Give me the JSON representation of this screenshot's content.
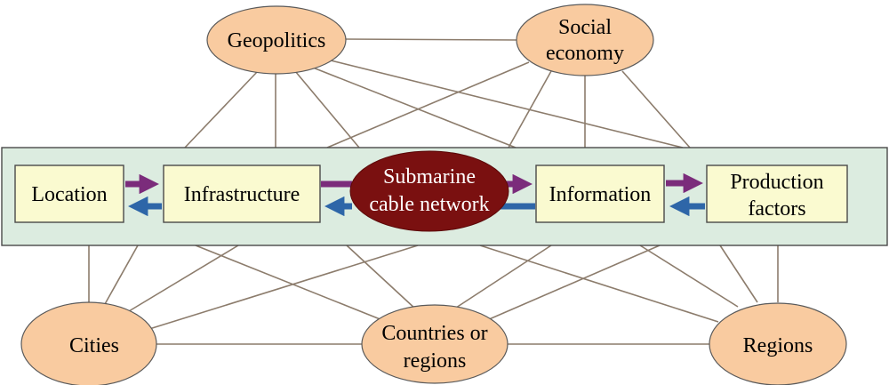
{
  "colors": {
    "outer_node_fill": "#f9cba0",
    "box_fill": "#fafad0",
    "band_fill": "#dcece0",
    "core_fill": "#7a1010",
    "core_text": "#ffffff",
    "arrow_forward": "#7b2c7b",
    "arrow_backward": "#2e66a8",
    "link_line": "#8c7c6c"
  },
  "outer_nodes": {
    "geopolitics": [
      "Geopolitics"
    ],
    "social_economy": [
      "Social",
      "economy"
    ],
    "cities": [
      "Cities"
    ],
    "countries": [
      "Countries or",
      "regions"
    ],
    "regions": [
      "Regions"
    ]
  },
  "inner_nodes": {
    "location": [
      "Location"
    ],
    "infrastructure": [
      "Infrastructure"
    ],
    "information": [
      "Information"
    ],
    "production": [
      "Production",
      "factors"
    ]
  },
  "core_node": [
    "Submarine",
    "cable network"
  ],
  "arrows": [
    {
      "from": "location",
      "to": "infrastructure",
      "direction": "forward"
    },
    {
      "from": "infrastructure",
      "to": "location",
      "direction": "backward"
    },
    {
      "from": "infrastructure",
      "to": "core",
      "direction": "forward"
    },
    {
      "from": "core",
      "to": "infrastructure",
      "direction": "backward"
    },
    {
      "from": "core",
      "to": "information",
      "direction": "forward"
    },
    {
      "from": "information",
      "to": "core",
      "direction": "backward"
    },
    {
      "from": "information",
      "to": "production",
      "direction": "forward"
    },
    {
      "from": "production",
      "to": "information",
      "direction": "backward"
    }
  ]
}
